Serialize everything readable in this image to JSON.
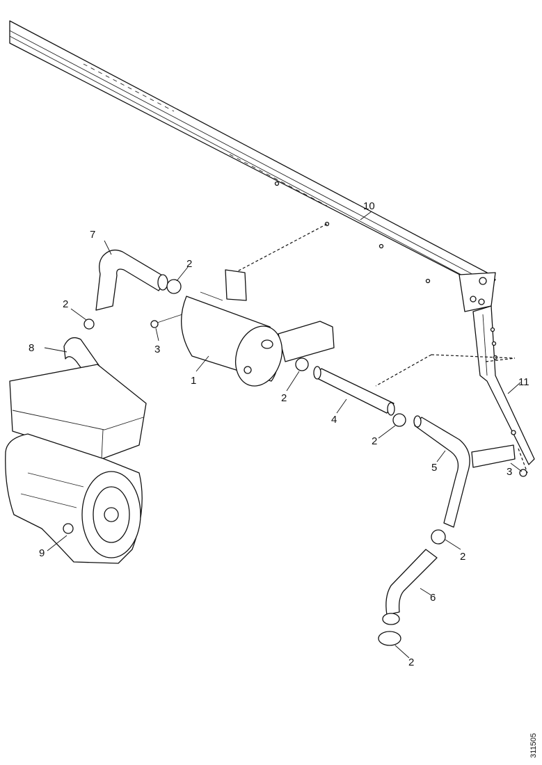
{
  "callouts": {
    "c1": "1",
    "c2a": "2",
    "c2b": "2",
    "c2c": "2",
    "c2d": "2",
    "c2e": "2",
    "c2f": "2",
    "c3a": "3",
    "c3b": "3",
    "c4": "4",
    "c5": "5",
    "c6": "6",
    "c7": "7",
    "c8": "8",
    "c9": "9",
    "c10": "10",
    "c11": "11"
  },
  "reference_code": "311505"
}
